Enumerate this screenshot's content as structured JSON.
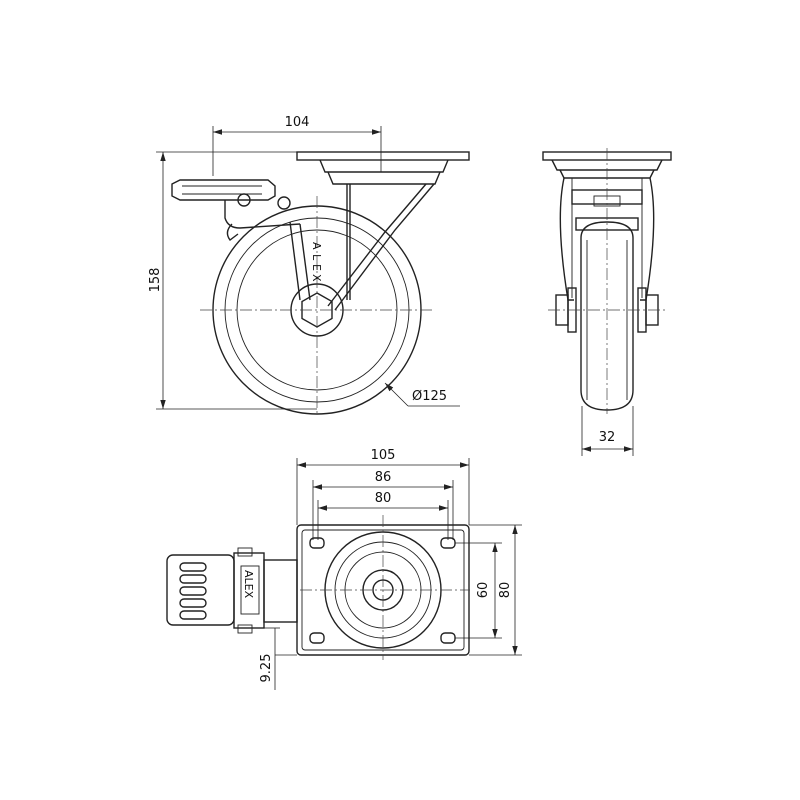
{
  "dimensions": {
    "side_width": "104",
    "total_height": "158",
    "wheel_diameter": "Ø125",
    "wheel_width": "32",
    "plate_width": "105",
    "bolt_spacing_outer": "86",
    "bolt_spacing_inner": "80",
    "plate_bolt_spacing_v": "60",
    "plate_height": "80",
    "brake_offset": "9.25"
  },
  "brand": {
    "l1": "A",
    "l2": "L",
    "l3": "E",
    "l4": "X",
    "plan": "ALEX"
  }
}
